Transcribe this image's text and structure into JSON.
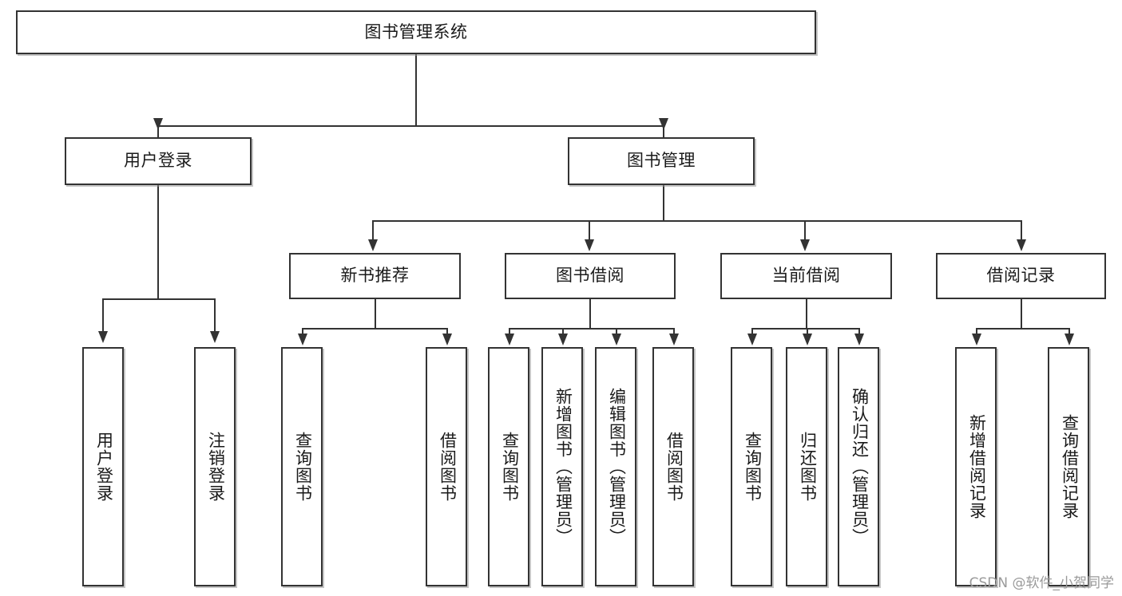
{
  "diagram": {
    "title": "图书管理系统",
    "type": "tree-hierarchy-diagram",
    "orientation": "top-down",
    "colors": {
      "stroke": "#333333",
      "fill": "#ffffff",
      "text": "#1a1a1a",
      "watermark": "#9a9a9a"
    },
    "root": {
      "label": "图书管理系统"
    },
    "level2": [
      {
        "label": "用户登录"
      },
      {
        "label": "图书管理"
      }
    ],
    "level3": [
      {
        "label": "新书推荐"
      },
      {
        "label": "图书借阅"
      },
      {
        "label": "当前借阅"
      },
      {
        "label": "借阅记录"
      }
    ],
    "leaves": {
      "user_login": [
        {
          "label": "用户登录"
        },
        {
          "label": "注销登录"
        }
      ],
      "new_book_recommend": [
        {
          "label": "查询图书"
        },
        {
          "label": "借阅图书"
        }
      ],
      "book_borrow": [
        {
          "label": "查询图书"
        },
        {
          "label": "新增图书（管理员）"
        },
        {
          "label": "编辑图书（管理员）"
        },
        {
          "label": "借阅图书"
        }
      ],
      "current_borrow": [
        {
          "label": "查询图书"
        },
        {
          "label": "归还图书"
        },
        {
          "label": "确认归还（管理员）"
        }
      ],
      "borrow_record": [
        {
          "label": "新增借阅记录"
        },
        {
          "label": "查询借阅记录"
        }
      ]
    }
  },
  "watermark": {
    "text": "CSDN @软件_小贺同学"
  }
}
